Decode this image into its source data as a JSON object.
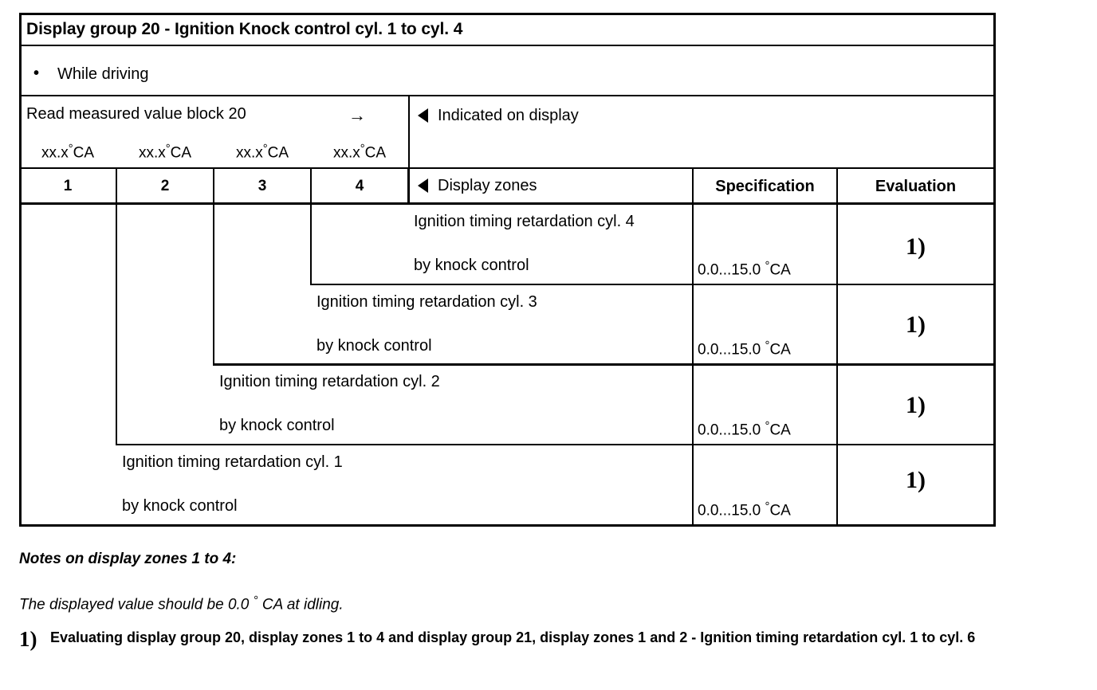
{
  "document": {
    "title": "Display group 20 - Ignition Knock control cyl. 1 to cyl. 4",
    "bullet_marker": "•",
    "bullet_text": "While driving"
  },
  "read_row": {
    "label": "Read measured value block 20",
    "arrow": "→",
    "units": [
      "xx.x ° CA",
      "xx.x ° CA",
      "xx.x ° CA",
      "xx.x ° CA"
    ],
    "unit_value": "xx.x",
    "unit_suffix": "CA"
  },
  "zone_header": {
    "numbers": [
      "1",
      "2",
      "3",
      "4"
    ],
    "indicated_on_display": "Indicated on display",
    "display_zones": "Display zones",
    "specification": "Specification",
    "evaluation": "Evaluation",
    "triangle_icon": "left-triangle"
  },
  "rows": [
    {
      "zone": "4",
      "line1": "Ignition timing retardation cyl. 4",
      "line2": "by knock control",
      "spec_value": "0.0...15.0",
      "spec_unit": "CA",
      "evaluation": "1)"
    },
    {
      "zone": "3",
      "line1": "Ignition timing retardation cyl. 3",
      "line2": "by knock control",
      "spec_value": "0.0...15.0",
      "spec_unit": "CA",
      "evaluation": "1)"
    },
    {
      "zone": "2",
      "line1": "Ignition timing retardation cyl. 2",
      "line2": "by knock control",
      "spec_value": "0.0...15.0",
      "spec_unit": "CA",
      "evaluation": "1)"
    },
    {
      "zone": "1",
      "line1": "Ignition timing retardation cyl. 1",
      "line2": "by knock control",
      "spec_value": "0.0...15.0",
      "spec_unit": "CA",
      "evaluation": "1)"
    }
  ],
  "notes": {
    "heading": "Notes on display zones 1 to 4:",
    "body_prefix": "The displayed value should be 0.0 ",
    "body_unit": "CA",
    "body_suffix": " at idling.",
    "body_full": "The displayed value should be 0.0 ° CA at idling."
  },
  "footnote": {
    "marker": "1)",
    "text": "Evaluating display group 20, display zones 1 to 4 and display group 21, display zones 1 and 2 - Ignition timing retardation cyl. 1 to cyl. 6"
  },
  "colors": {
    "ink": "#000000",
    "page": "#ffffff"
  }
}
